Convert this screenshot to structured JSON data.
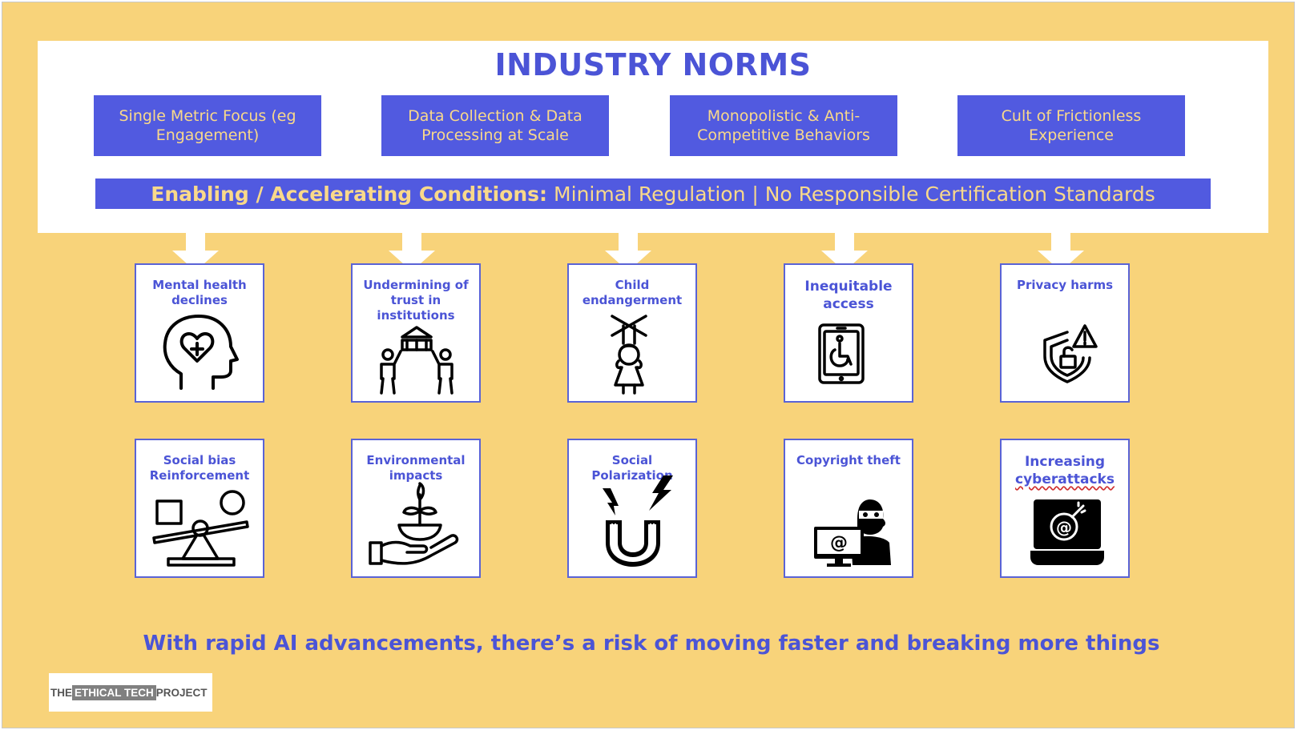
{
  "norms": {
    "title": "INDUSTRY NORMS",
    "items": [
      "Single Metric Focus (eg Engagement)",
      "Data Collection & Data Processing at Scale",
      "Monopolistic & Anti-Competitive Behaviors",
      "Cult of Frictionless Experience"
    ]
  },
  "conditions": {
    "label": "Enabling / Accelerating Conditions:",
    "text": "Minimal Regulation | No Responsible Certification Standards"
  },
  "harms": {
    "row1": [
      {
        "label": "Mental health declines",
        "icon": "mental-health-head-icon"
      },
      {
        "label": "Undermining of trust in institutions",
        "icon": "institution-people-icon"
      },
      {
        "label": "Child endangerment",
        "icon": "marionette-child-icon"
      },
      {
        "label": "Inequitable access",
        "icon": "tablet-wheelchair-icon"
      },
      {
        "label": "Privacy harms",
        "icon": "shield-warning-icon"
      }
    ],
    "row2": [
      {
        "label": "Social bias Reinforcement",
        "icon": "seesaw-icon"
      },
      {
        "label": "Environmental impacts",
        "icon": "plant-hand-icon"
      },
      {
        "label": "Social Polarization",
        "icon": "magnet-icon"
      },
      {
        "label": "Copyright theft",
        "icon": "hacker-computer-icon"
      },
      {
        "label": "Increasing",
        "label2": "cyberattacks",
        "icon": "laptop-bomb-icon"
      }
    ]
  },
  "footer": {
    "tagline": "With rapid AI advancements, there’s a risk of moving faster and breaking more things"
  },
  "logo": {
    "left": "THE",
    "middle": "ETHICAL TECH",
    "right": "PROJECT"
  },
  "colors": {
    "background": "#f8d37a",
    "accent": "#515ae0",
    "text_on_accent": "#f9d98a",
    "title": "#4b54d6"
  }
}
